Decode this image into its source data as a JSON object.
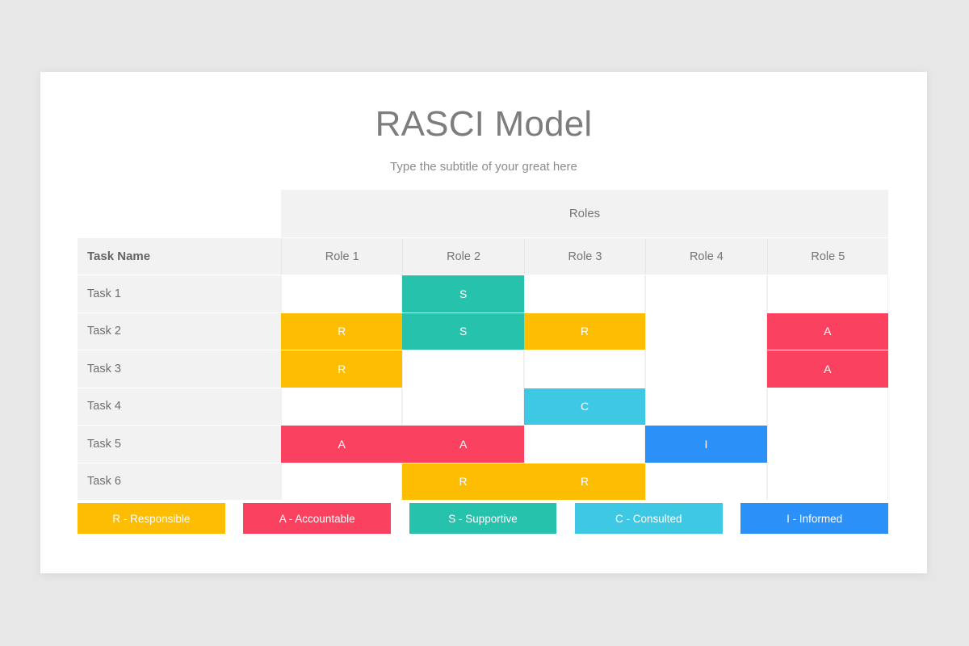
{
  "slide": {
    "title": "RASCI Model",
    "subtitle": "Type the subtitle of your great here"
  },
  "matrix": {
    "group_header": "Roles",
    "task_column_header": "Task Name",
    "role_headers": [
      "Role 1",
      "Role 2",
      "Role 3",
      "Role 4",
      "Role 5"
    ],
    "rows": [
      {
        "task": "Task 1",
        "cells": [
          {
            "code": "",
            "color": ""
          },
          {
            "code": "S",
            "color": "#27c2ac"
          },
          {
            "code": "",
            "color": ""
          },
          {
            "code": "",
            "color": ""
          },
          {
            "code": "",
            "color": ""
          }
        ]
      },
      {
        "task": "Task 2",
        "cells": [
          {
            "code": "R",
            "color": "#fcbd02"
          },
          {
            "code": "S",
            "color": "#27c2ac"
          },
          {
            "code": "R",
            "color": "#fcbd02"
          },
          {
            "code": "",
            "color": ""
          },
          {
            "code": "A",
            "color": "#fb4160"
          }
        ]
      },
      {
        "task": "Task 3",
        "cells": [
          {
            "code": "R",
            "color": "#fcbd02"
          },
          {
            "code": "",
            "color": ""
          },
          {
            "code": "",
            "color": ""
          },
          {
            "code": "",
            "color": ""
          },
          {
            "code": "A",
            "color": "#fb4160"
          }
        ]
      },
      {
        "task": "Task 4",
        "cells": [
          {
            "code": "",
            "color": ""
          },
          {
            "code": "",
            "color": ""
          },
          {
            "code": "C",
            "color": "#3fc8e4"
          },
          {
            "code": "",
            "color": ""
          },
          {
            "code": "",
            "color": ""
          }
        ]
      },
      {
        "task": "Task 5",
        "cells": [
          {
            "code": "A",
            "color": "#fb4160"
          },
          {
            "code": "A",
            "color": "#fb4160"
          },
          {
            "code": "",
            "color": ""
          },
          {
            "code": "I",
            "color": "#2b90f7"
          },
          {
            "code": "",
            "color": ""
          }
        ]
      },
      {
        "task": "Task 6",
        "cells": [
          {
            "code": "",
            "color": ""
          },
          {
            "code": "R",
            "color": "#fcbd02"
          },
          {
            "code": "R",
            "color": "#fcbd02"
          },
          {
            "code": "",
            "color": ""
          },
          {
            "code": "",
            "color": ""
          }
        ]
      }
    ]
  },
  "legend": {
    "items": [
      {
        "label": "R - Responsible",
        "code": "R",
        "color": "#fcbd02"
      },
      {
        "label": "A - Accountable",
        "code": "A",
        "color": "#fb4160"
      },
      {
        "label": "S - Supportive",
        "code": "S",
        "color": "#27c2ac"
      },
      {
        "label": "C - Consulted",
        "code": "C",
        "color": "#3fc8e4"
      },
      {
        "label": "I - Informed",
        "code": "I",
        "color": "#2b90f7"
      }
    ]
  },
  "colors": {
    "background": "#e8e7e7",
    "card": "#ffffff",
    "header_band": "#f2f2f2",
    "title_text": "#7d7d7d",
    "responsible": "#fcbd02",
    "accountable": "#fb4160",
    "supportive": "#27c2ac",
    "consulted": "#3fc8e4",
    "informed": "#2b90f7"
  }
}
